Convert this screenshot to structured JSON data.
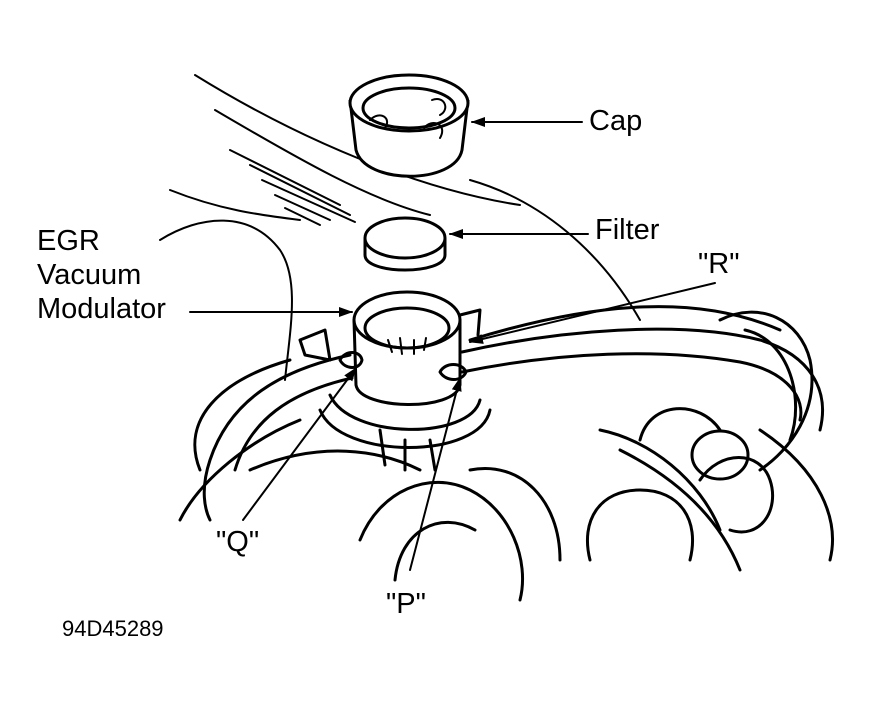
{
  "labels": {
    "cap": "Cap",
    "filter": "Filter",
    "r": "\"R\"",
    "egr_line1": "EGR",
    "egr_line2": "Vacuum",
    "egr_line3": "Modulator",
    "q": "\"Q\"",
    "p": "\"P\""
  },
  "figure_code": "94D45289",
  "colors": {
    "ink": "#000000",
    "background": "#ffffff"
  }
}
